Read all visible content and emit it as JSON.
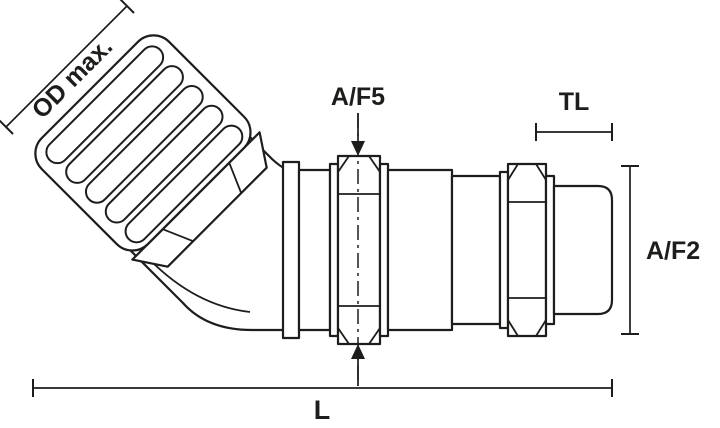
{
  "page": {
    "background": "#ffffff",
    "line_color": "#1d1d1b"
  },
  "diagram": {
    "name": "45-degree swivel elbow conduit fitting dimensional drawing",
    "labels": {
      "od_max": "OD max.",
      "af5": "A/F5",
      "tl": "TL",
      "af2": "A/F2",
      "length": "L"
    }
  }
}
